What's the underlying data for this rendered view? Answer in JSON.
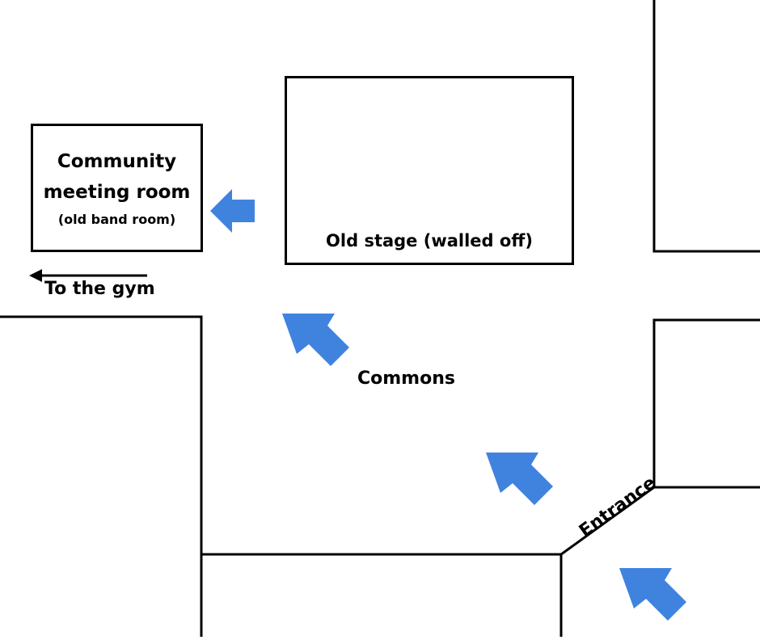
{
  "rooms": {
    "community": {
      "title_line1": "Community",
      "title_line2": "meeting room",
      "subtitle": "(old band room)"
    },
    "stage": {
      "label": "Old stage (walled off)"
    }
  },
  "labels": {
    "to_gym": "To the gym",
    "commons": "Commons",
    "entrance": "Entrance"
  },
  "colors": {
    "walls": "#000000",
    "arrows": "#3f83df",
    "background": "#ffffff"
  },
  "icons": {
    "direction_arrow": "blue-block-arrow",
    "gym_pointer": "left-arrow"
  }
}
